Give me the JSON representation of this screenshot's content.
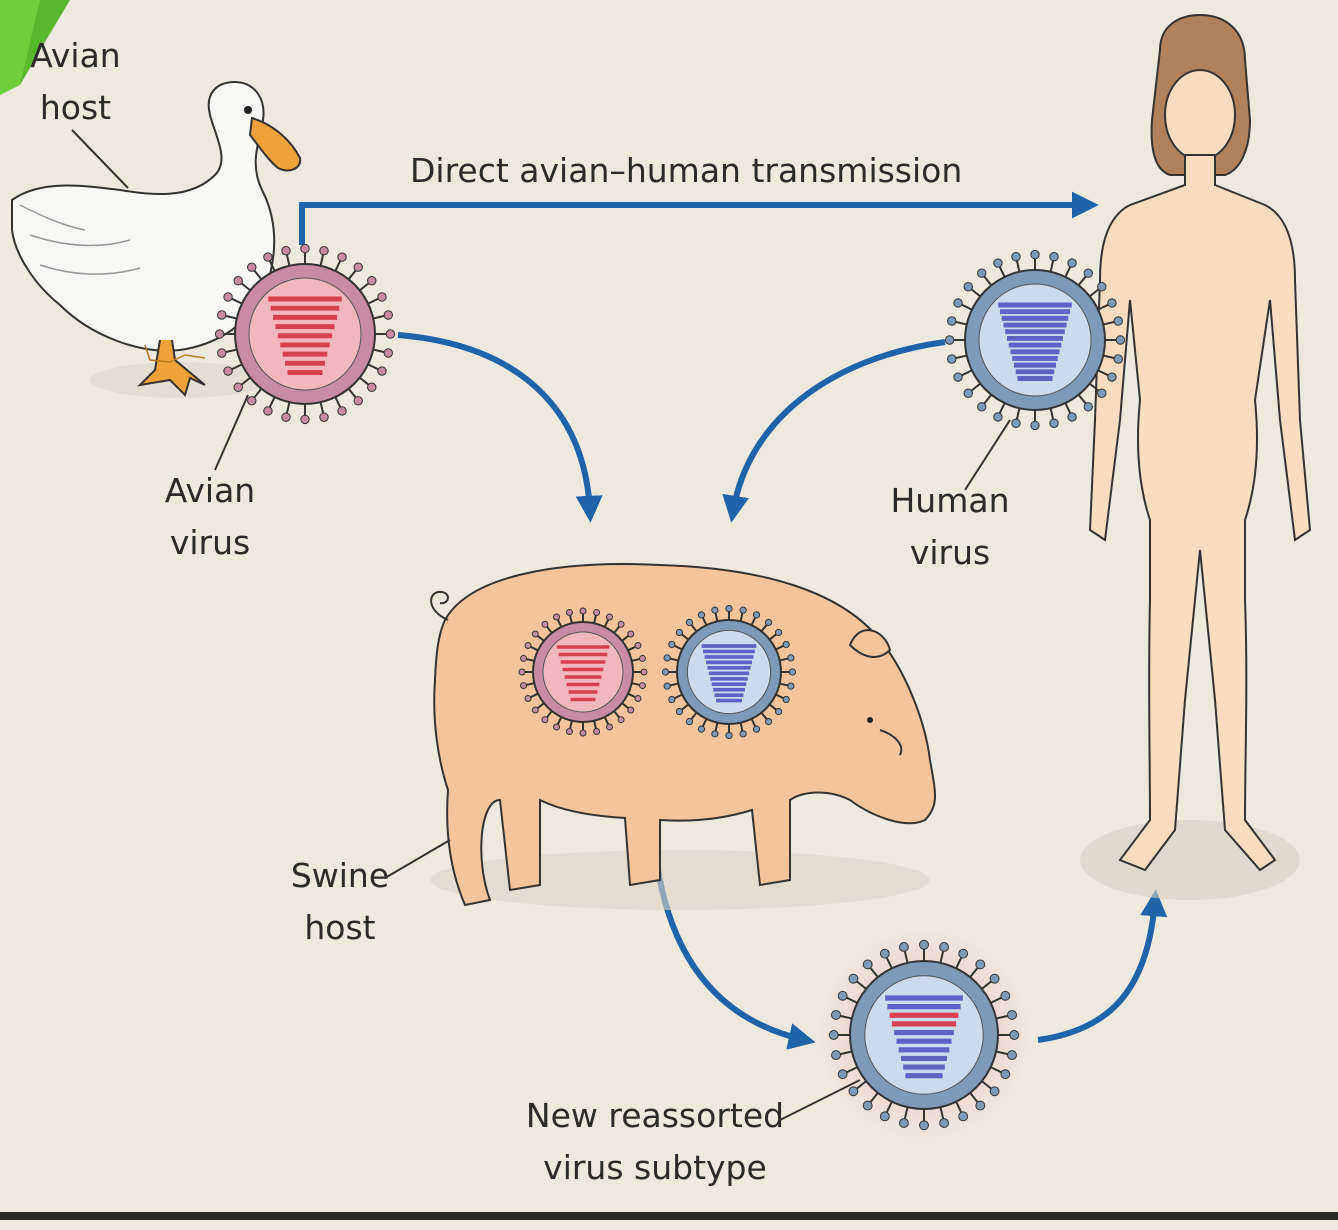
{
  "labels": {
    "avian_host": [
      "Avian",
      "host"
    ],
    "direct_transmission": "Direct avian–human transmission",
    "avian_virus": [
      "Avian",
      "virus"
    ],
    "human_virus": [
      "Human",
      "virus"
    ],
    "swine_host": [
      "Swine",
      "host"
    ],
    "reassorted_virus": [
      "New reassorted",
      "virus subtype"
    ]
  },
  "colors": {
    "background": "#eee9df",
    "arrow": "#1f63a8",
    "avian_virus": "#d64050",
    "avian_virus_fill": "#f1b7bd",
    "human_virus": "#5d62c4",
    "human_virus_fill": "#c9dbec",
    "swine_skin": "#f6c49a",
    "human_skin": "#f8dcc0",
    "duck": "#f7f7f5",
    "duck_bill": "#f0a23a",
    "corner_accent": "#6fcf3a"
  },
  "icons": {
    "avian_host": "duck-icon",
    "swine_host": "pig-icon",
    "human_host": "human-figure-icon",
    "virus": "virus-particle-icon"
  }
}
